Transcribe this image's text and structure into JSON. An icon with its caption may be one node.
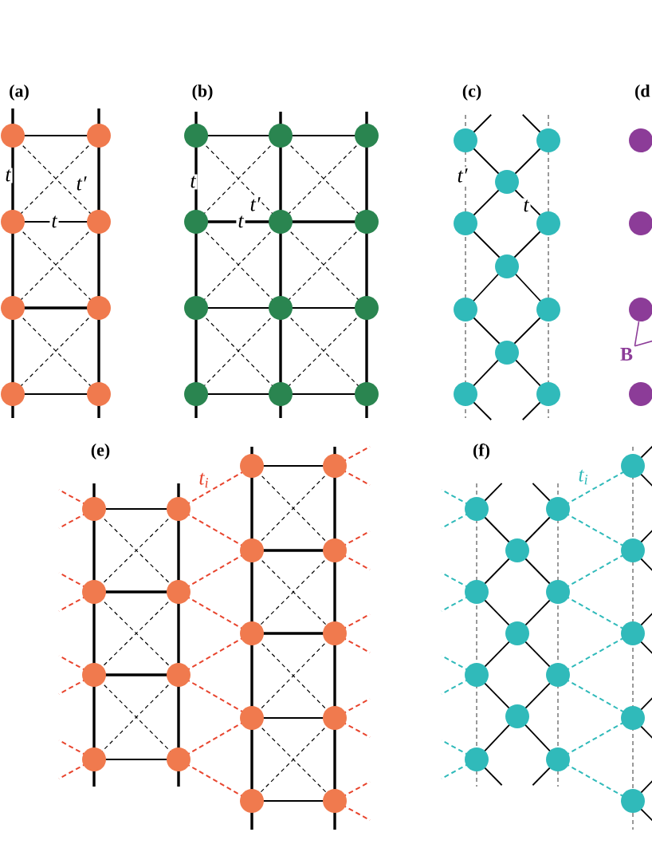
{
  "diagram": {
    "nodes": [
      {
        "text": [
          "B"
        ]
      },
      {
        "text": [],
        "shape": "circle"
      }
    ],
    "edges": [
      {
        "from": 0,
        "to": 1,
        "arrow": "none"
      },
      {
        "from": 0,
        "to": null,
        "arrow": "none"
      }
    ],
    "labels": [
      "(a)",
      "(b)",
      "(c)",
      "(d",
      "t",
      "t′",
      "t",
      "t",
      "t′",
      "t",
      "t′",
      "t",
      "(e)",
      "t$_{i}$",
      "(f)",
      "t$_{i}$"
    ]
  }
}
